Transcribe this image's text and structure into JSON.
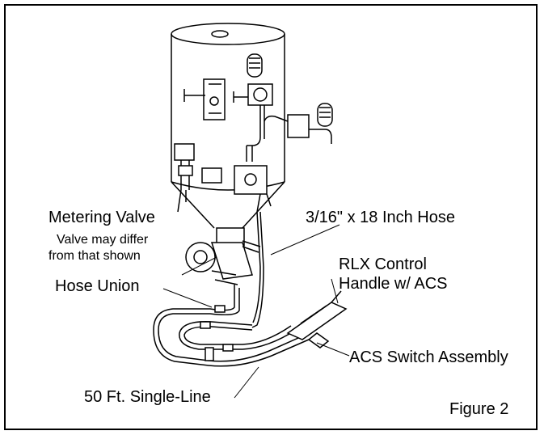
{
  "figure": {
    "caption": "Figure 2",
    "labels": {
      "metering_valve": "Metering Valve",
      "metering_note_line1": "Valve may differ",
      "metering_note_line2": "from that shown",
      "hose_short": "3/16\" x 18 Inch Hose",
      "rlx_line1": "RLX Control",
      "rlx_line2": "Handle w/ ACS",
      "hose_union": "Hose Union",
      "acs_switch": "ACS Switch Assembly",
      "single_line": "50 Ft. Single-Line"
    }
  }
}
